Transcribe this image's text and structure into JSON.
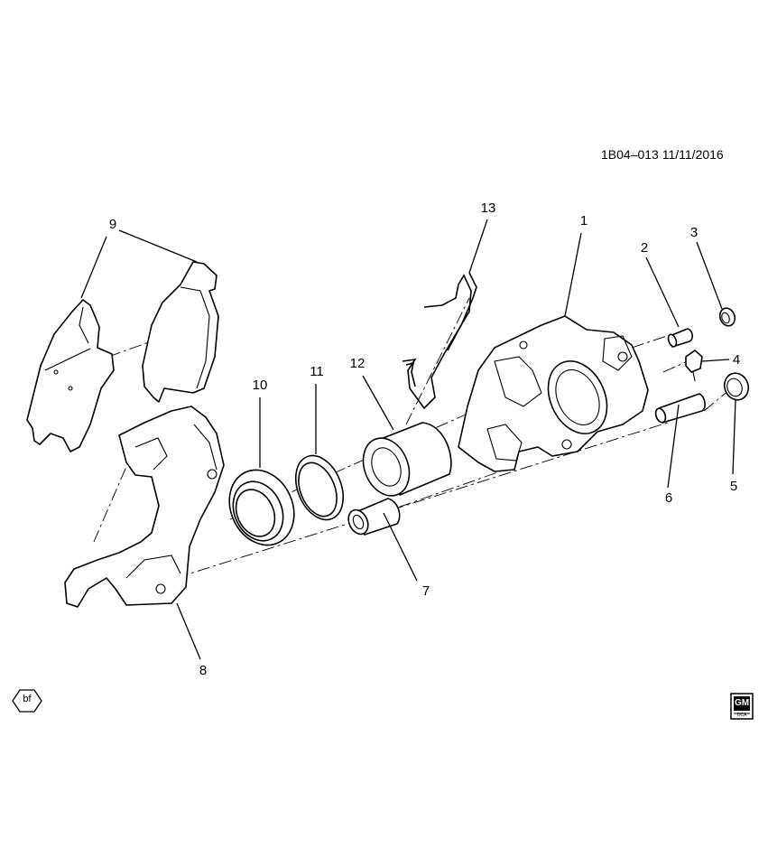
{
  "header": {
    "reference": "1B04–013  11/11/2016"
  },
  "callouts": {
    "c1": "1",
    "c2": "2",
    "c3": "3",
    "c4": "4",
    "c5": "5",
    "c6": "6",
    "c7": "7",
    "c8": "8",
    "c9": "9",
    "c10": "10",
    "c11": "11",
    "c12": "12",
    "c13": "13"
  },
  "footer": {
    "badge_left": "bf",
    "logo_top": "GM",
    "logo_bottom": "OCA"
  }
}
